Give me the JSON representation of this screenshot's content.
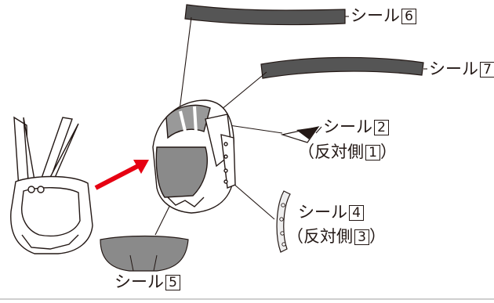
{
  "labels": {
    "seal6": {
      "text": "シール",
      "num": "6"
    },
    "seal7": {
      "text": "シール",
      "num": "7"
    },
    "seal2": {
      "text": "シール",
      "num": "2"
    },
    "seal2_alt": {
      "prefix": "（反対側",
      "num": "1",
      "suffix": "）"
    },
    "seal4": {
      "text": "シール",
      "num": "4"
    },
    "seal4_alt": {
      "prefix": "（反対側",
      "num": "3",
      "suffix": "）"
    },
    "seal5": {
      "text": "シール",
      "num": "5"
    }
  },
  "colors": {
    "line": "#231815",
    "seal_fill": "#555555",
    "visor_fill": "#8a8a8a",
    "arrow": "#e60012"
  }
}
